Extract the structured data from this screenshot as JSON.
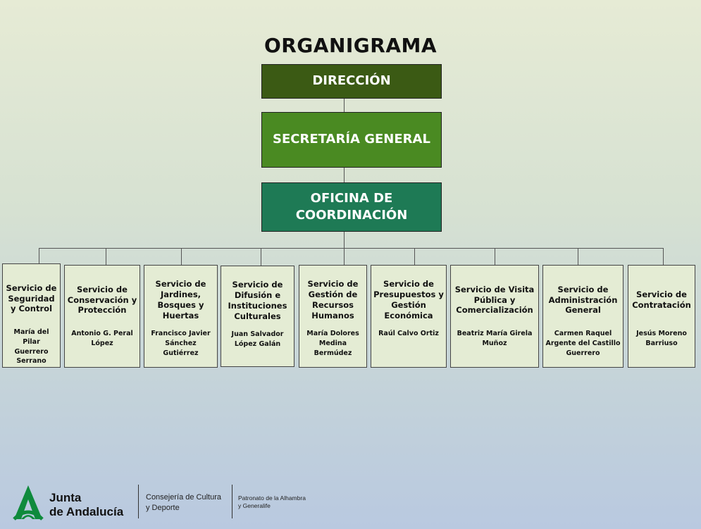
{
  "title": "ORGANIGRAMA",
  "top_boxes": {
    "direccion": "DIRECCIÓN",
    "secretaria": "SECRETARÍA GENERAL",
    "oficina": "OFICINA DE COORDINACIÓN"
  },
  "colors": {
    "direccion": "#3b5a14",
    "secretaria": "#4a8a22",
    "oficina": "#1e7a55"
  },
  "services": [
    {
      "name": "Servicio de Seguridad y Control",
      "person": "María del Pilar Guerrero Serrano"
    },
    {
      "name": "Servicio de Conservación y Protección",
      "person": "Antonio G. Peral López"
    },
    {
      "name": "Servicio de Jardines, Bosques y Huertas",
      "person": "Francisco Javier Sánchez Gutiérrez"
    },
    {
      "name": "Servicio de Difusión e Instituciones Culturales",
      "person": "Juan Salvador López Galán"
    },
    {
      "name": "Servicio de Gestión de Recursos Humanos",
      "person": "María Dolores Medina Bermúdez"
    },
    {
      "name": "Servicio de Presupuestos y Gestión Económica",
      "person": "Raúl Calvo Ortiz"
    },
    {
      "name": "Servicio de Visita Pública y Comercialización",
      "person": "Beatriz María Girela Muñoz"
    },
    {
      "name": "Servicio de Administración General",
      "person": "Carmen Raquel Argente del Castillo Guerrero"
    },
    {
      "name": "Servicio de Contratación",
      "person": "Jesús Moreno Barriuso"
    }
  ],
  "footer": {
    "junta_line1": "Junta",
    "junta_line2": "de Andalucía",
    "consejeria_line1": "Consejería de Cultura",
    "consejeria_line2": "y Deporte",
    "patronato_line1": "Patronato de la Alhambra",
    "patronato_line2": "y Generalife",
    "logo_icon": "junta-andalucia-logo-icon"
  }
}
